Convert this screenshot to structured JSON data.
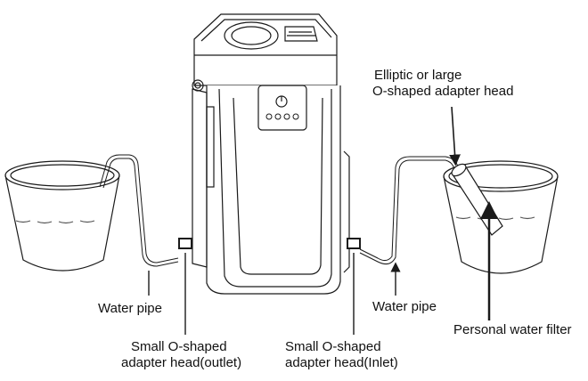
{
  "labels": {
    "elliptic_line1": "Elliptic or large",
    "elliptic_line2": "O-shaped adapter head",
    "water_pipe_left": "Water pipe",
    "water_pipe_right": "Water pipe",
    "personal_filter": "Personal water filter",
    "outlet_line1": "Small O-shaped",
    "outlet_line2": "adapter head(outlet)",
    "inlet_line1": "Small O-shaped",
    "inlet_line2": "adapter head(Inlet)"
  },
  "device": {
    "indicator_dots": 4
  },
  "colors": {
    "line": "#1a1a1a",
    "water": "#555555"
  }
}
